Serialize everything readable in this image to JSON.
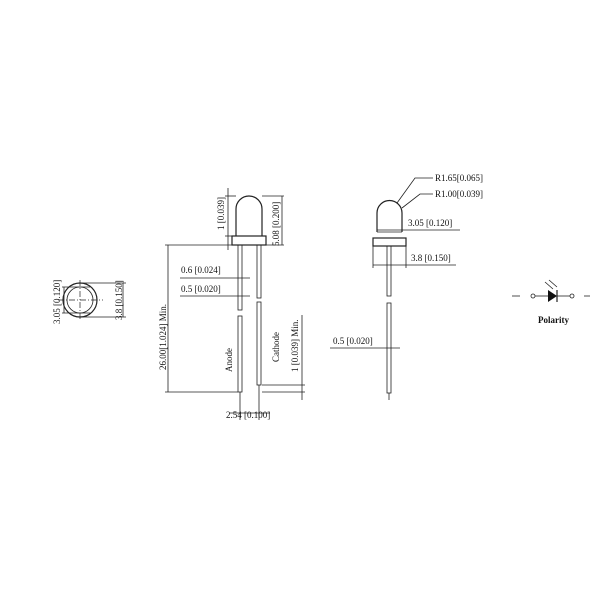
{
  "top_view": {
    "dim_inner": "3.05 [0.120]",
    "dim_outer": "3.8 [0.150]"
  },
  "front_view": {
    "dim_dome_offset": "1 [0.039]",
    "dim_height": "5.08 [0.200]",
    "dim_lead_length": "26.00[1.024] Min.",
    "dim_lead_width_1": "0.6 [0.024]",
    "dim_lead_width_2": "0.5 [0.020]",
    "label_anode": "Anode",
    "label_cathode": "Cathode",
    "dim_lead_diff": "1 [0.039] Min.",
    "dim_pitch": "2.54 [0.100]"
  },
  "side_view": {
    "dim_r1": "R1.65[0.065]",
    "dim_r2": "R1.00[0.039]",
    "dim_body": "3.05 [0.120]",
    "dim_flange": "3.8 [0.150]",
    "dim_lead": "0.5 [0.020]"
  },
  "polarity": {
    "label": "Polarity",
    "icon": "led-diode-symbol"
  }
}
